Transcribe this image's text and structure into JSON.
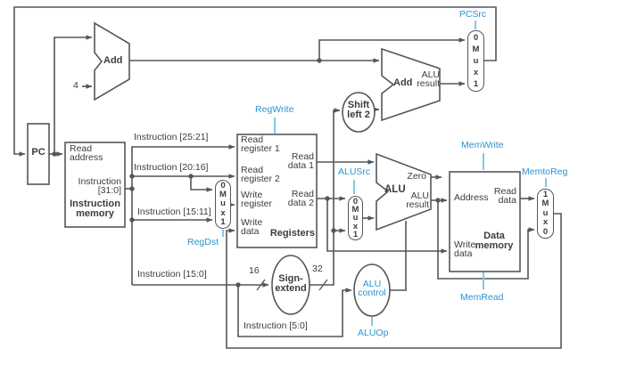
{
  "colors": {
    "wire": "#54575a",
    "text": "#3a3c3f",
    "control_blue": "#2994d4",
    "tick_blue": "#85c7ea"
  },
  "pc": {
    "name": "PC"
  },
  "instruction_memory": {
    "port_read_address": "Read address",
    "port_instruction": "Instruction [31:0]",
    "name": "Instruction memory"
  },
  "pc_adder": {
    "name": "Add",
    "operand": "4"
  },
  "branch_adder": {
    "name": "Add",
    "port_result": "ALU result"
  },
  "registers": {
    "port_read_register_1": "Read register 1",
    "port_read_register_2": "Read register 2",
    "port_write_register": "Write register",
    "port_write_data": "Write data",
    "port_read_data_1": "Read data 1",
    "port_read_data_2": "Read data 2",
    "name": "Registers"
  },
  "alu": {
    "name": "ALU",
    "port_zero": "Zero",
    "port_result": "ALU result"
  },
  "shift_left_2": {
    "name": "Shift left 2"
  },
  "sign_extend": {
    "name": "Sign-extend",
    "input_width": "16",
    "output_width": "32"
  },
  "alu_control": {
    "name": "ALU control"
  },
  "data_memory": {
    "port_address": "Address",
    "port_read_data": "Read data",
    "port_write_data": "Write data",
    "name": "Data memory"
  },
  "buses": {
    "instr_25_21": "Instruction [25:21]",
    "instr_20_16": "Instruction [20:16]",
    "instr_15_11": "Instruction [15:11]",
    "instr_15_0": "Instruction [15:0]",
    "instr_5_0": "Instruction [5:0]"
  },
  "control_signals": {
    "pcsrc": "PCSrc",
    "regwrite": "RegWrite",
    "regdst": "RegDst",
    "alusrc": "ALUSrc",
    "memwrite": "MemWrite",
    "memtoreg": "MemtoReg",
    "memread": "MemRead",
    "aluop": "ALUOp"
  },
  "muxes": {
    "pcsrc_mux": "0\nM\nu\nx\n1",
    "regdst_mux": "0\nM\nu\nx\n1",
    "alusrc_mux": "0\nM\nu\nx\n1",
    "memtoreg_mux": "1\nM\nu\nx\n0"
  }
}
